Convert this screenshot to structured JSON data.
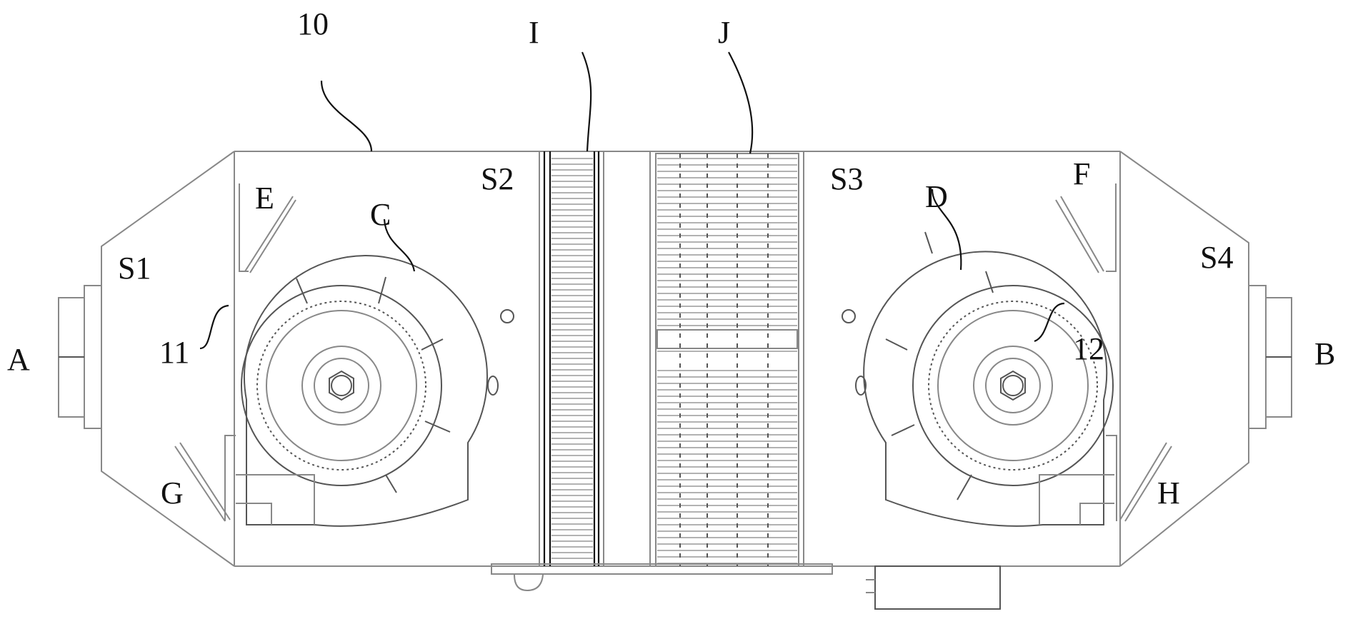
{
  "figure": {
    "type": "patent-drawing",
    "description": "Top view of housing with two fans, two filter/heat-exchange cores, and inlet/outlet ports"
  },
  "labels": {
    "housing": "10",
    "core_i": "I",
    "core_j": "J",
    "valve_e": "E",
    "fan_c": "C",
    "chamber_s1": "S1",
    "chamber_s2": "S2",
    "chamber_s3": "S3",
    "fan_d": "D",
    "valve_f": "F",
    "chamber_s4": "S4",
    "port_a": "A",
    "volute_11": "11",
    "volute_12": "12",
    "port_b": "B",
    "valve_g": "G",
    "valve_h": "H"
  }
}
